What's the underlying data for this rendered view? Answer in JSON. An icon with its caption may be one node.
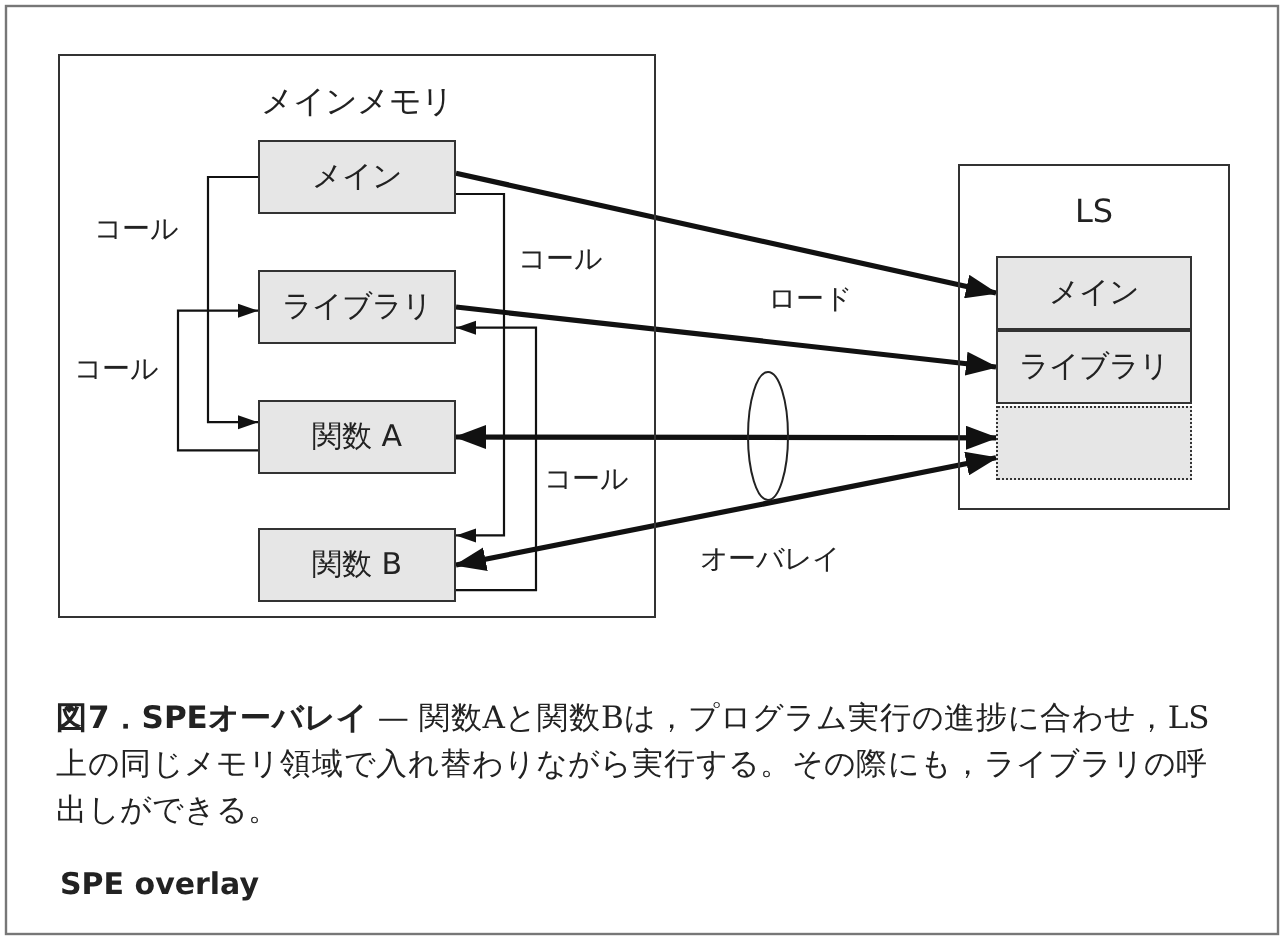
{
  "diagram": {
    "caption": "**図7．SPEオーバレイ** — 関数Aと関数Bは，プログラム実行の進捗に合わせ，LS上の同じメモリ領域で入れ替わりながら実行する。その際にも，ライブラリの呼出しができる。",
    "nodes": [
      {
        "text": [
          "メインメモリ"
        ]
      },
      {
        "text": [
          "メイン"
        ],
        "in": 0
      },
      {
        "text": [
          "ライブラリ"
        ],
        "in": 0
      },
      {
        "text": [
          "関数 A"
        ],
        "in": 0
      },
      {
        "text": [
          "関数 B"
        ],
        "in": 0
      },
      {
        "text": [
          "LS"
        ]
      },
      {
        "text": [
          "メイン"
        ],
        "in": 5
      },
      {
        "text": [
          "ライブラリ"
        ],
        "in": 5
      },
      {
        "text": [],
        "shape": "box",
        "in": 5
      }
    ],
    "edges": [
      {
        "from": 1,
        "to": 6,
        "arrow": "to",
        "style": "thick"
      },
      {
        "from": 2,
        "to": 7,
        "arrow": "to",
        "style": "thick"
      },
      {
        "from": 3,
        "to": 8,
        "arrow": "both",
        "style": "thick"
      },
      {
        "from": 4,
        "to": 8,
        "arrow": "both",
        "style": "thick"
      },
      {
        "from": 1,
        "to": 3,
        "arrow": "to",
        "label": "コール"
      },
      {
        "from": 3,
        "to": 2,
        "arrow": "to",
        "label": "コール"
      },
      {
        "from": 1,
        "to": 4,
        "arrow": "to",
        "label": "コール"
      },
      {
        "from": 4,
        "to": 2,
        "arrow": "to",
        "label": "コール"
      }
    ],
    "labels": [
      "ロード",
      "オーバレイ",
      "SPE overlay"
    ]
  }
}
